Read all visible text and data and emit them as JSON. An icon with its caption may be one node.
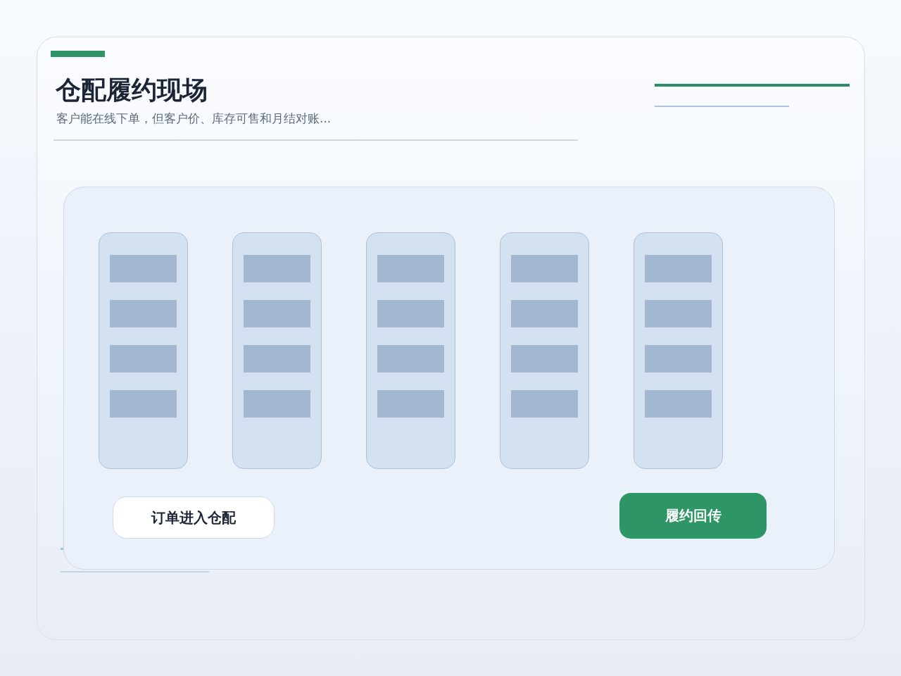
{
  "diagram": {
    "title": "仓配履约现场",
    "nodes": [
      {
        "text": [
          "订单进入仓配"
        ]
      },
      {
        "text": [
          "履约回传"
        ]
      }
    ],
    "labels": [
      "客户能在线下单，但客户价、库存可售和月结对账..."
    ]
  }
}
